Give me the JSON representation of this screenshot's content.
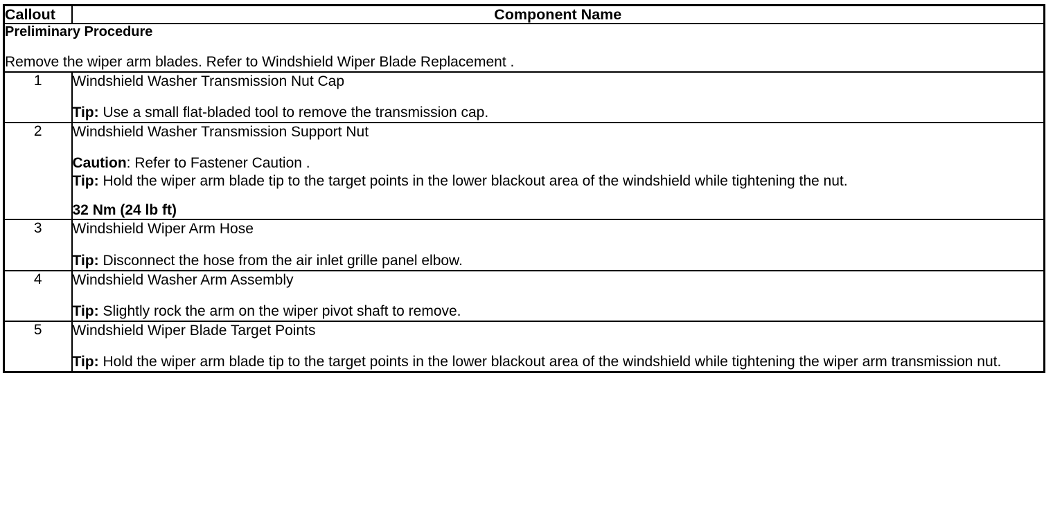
{
  "table": {
    "headers": {
      "callout": "Callout",
      "component_name": "Component Name"
    },
    "preliminary": {
      "title": "Preliminary Procedure",
      "text": "Remove the wiper arm blades. Refer to Windshield Wiper Blade Replacement ."
    },
    "rows": [
      {
        "callout": "1",
        "name": "Windshield Washer Transmission Nut Cap",
        "tip_label": "Tip:",
        "tip_text": " Use a small flat-bladed tool to remove the transmission cap."
      },
      {
        "callout": "2",
        "name": "Windshield Washer Transmission Support Nut",
        "caution_label": "Caution",
        "caution_text": ": Refer to Fastener Caution .",
        "tip_label": "Tip:",
        "tip_text": " Hold the wiper arm blade tip to the target points in the lower blackout area of the windshield while tightening the nut.",
        "torque": "32 Nm (24 lb ft)"
      },
      {
        "callout": "3",
        "name": "Windshield Wiper Arm Hose",
        "tip_label": "Tip:",
        "tip_text": " Disconnect the hose from the air inlet grille panel elbow."
      },
      {
        "callout": "4",
        "name": "Windshield Washer Arm Assembly",
        "tip_label": "Tip:",
        "tip_text": " Slightly rock the arm on the wiper pivot shaft to remove."
      },
      {
        "callout": "5",
        "name": "Windshield Wiper Blade Target Points",
        "tip_label": "Tip:",
        "tip_text": " Hold the wiper arm blade tip to the target points in the lower blackout area of the windshield while tightening the wiper arm transmission nut."
      }
    ]
  },
  "colors": {
    "border": "#000000",
    "text": "#000000",
    "background": "#ffffff"
  }
}
